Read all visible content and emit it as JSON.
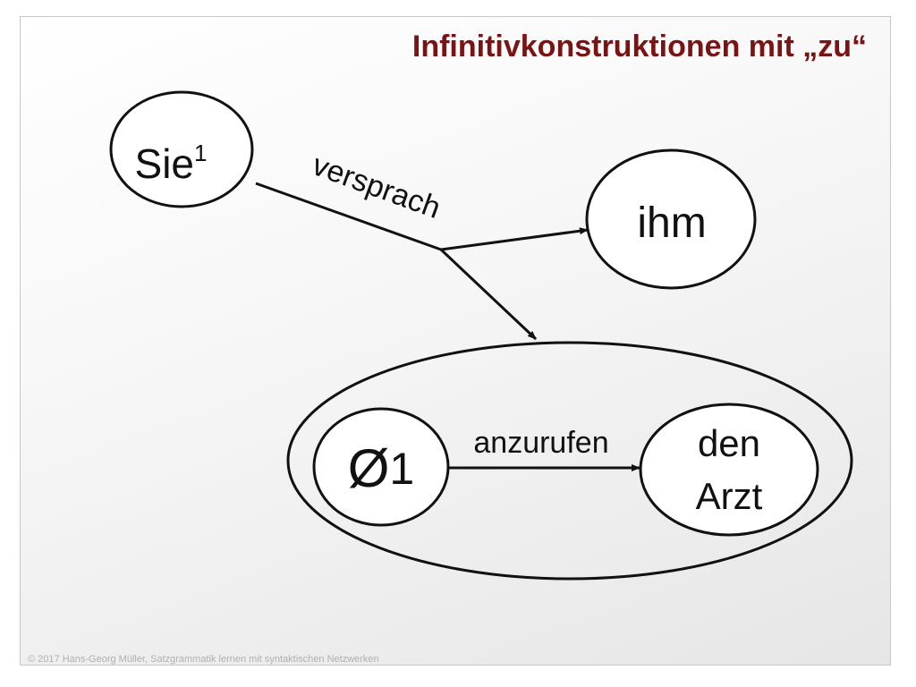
{
  "slide": {
    "title": "Infinitivkonstruktionen mit „zu“",
    "footer": "© 2017 Hans-Georg Müller, Satzgrammatik lernen mit syntaktischen Netzwerken"
  },
  "diagram": {
    "nodes": {
      "sie": {
        "label": "Sie",
        "superscript": "1"
      },
      "ihm": {
        "label": "ihm"
      },
      "null": {
        "label": "Ø",
        "superscript": "1"
      },
      "arzt": {
        "line1": "den",
        "line2": "Arzt"
      }
    },
    "edges": {
      "versprach": {
        "label": "versprach"
      },
      "anzurufen": {
        "label": "anzurufen"
      }
    }
  },
  "colors": {
    "title": "#7a1414",
    "stroke": "#111111"
  }
}
